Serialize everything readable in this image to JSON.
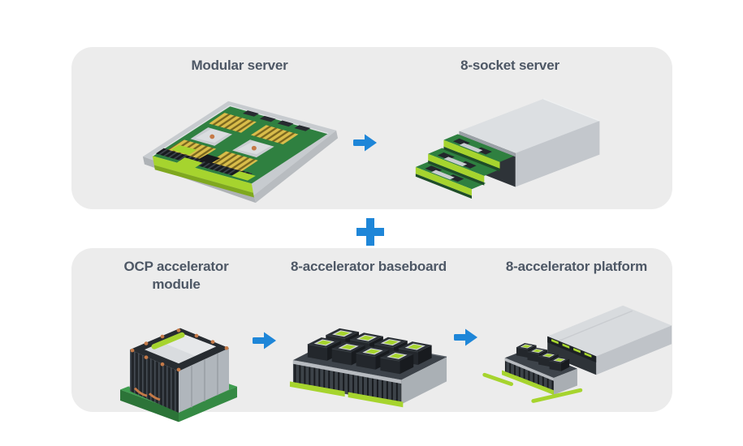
{
  "top_panel": {
    "name": "server-composition",
    "items": [
      {
        "label": "Modular server",
        "illustration": "modular-server"
      },
      {
        "label": "8-socket server",
        "illustration": "8-socket-server"
      }
    ],
    "connector": "arrow-right"
  },
  "combiner": {
    "symbol": "plus"
  },
  "bottom_panel": {
    "name": "accelerator-composition",
    "items": [
      {
        "label": "OCP accelerator module",
        "illustration": "ocp-accelerator-module"
      },
      {
        "label": "8-accelerator baseboard",
        "illustration": "8-accelerator-baseboard"
      },
      {
        "label": "8-accelerator platform",
        "illustration": "8-accelerator-platform"
      }
    ],
    "connector": "arrow-right"
  },
  "colors": {
    "background": "#ffffff",
    "panel_background": "#ececec",
    "label_text": "#4d5765",
    "accent_blue": "#1e86d8",
    "lime_green": "#a6d42e",
    "pcb_green": "#2f8040",
    "chassis_silver": "#d8dbde"
  }
}
